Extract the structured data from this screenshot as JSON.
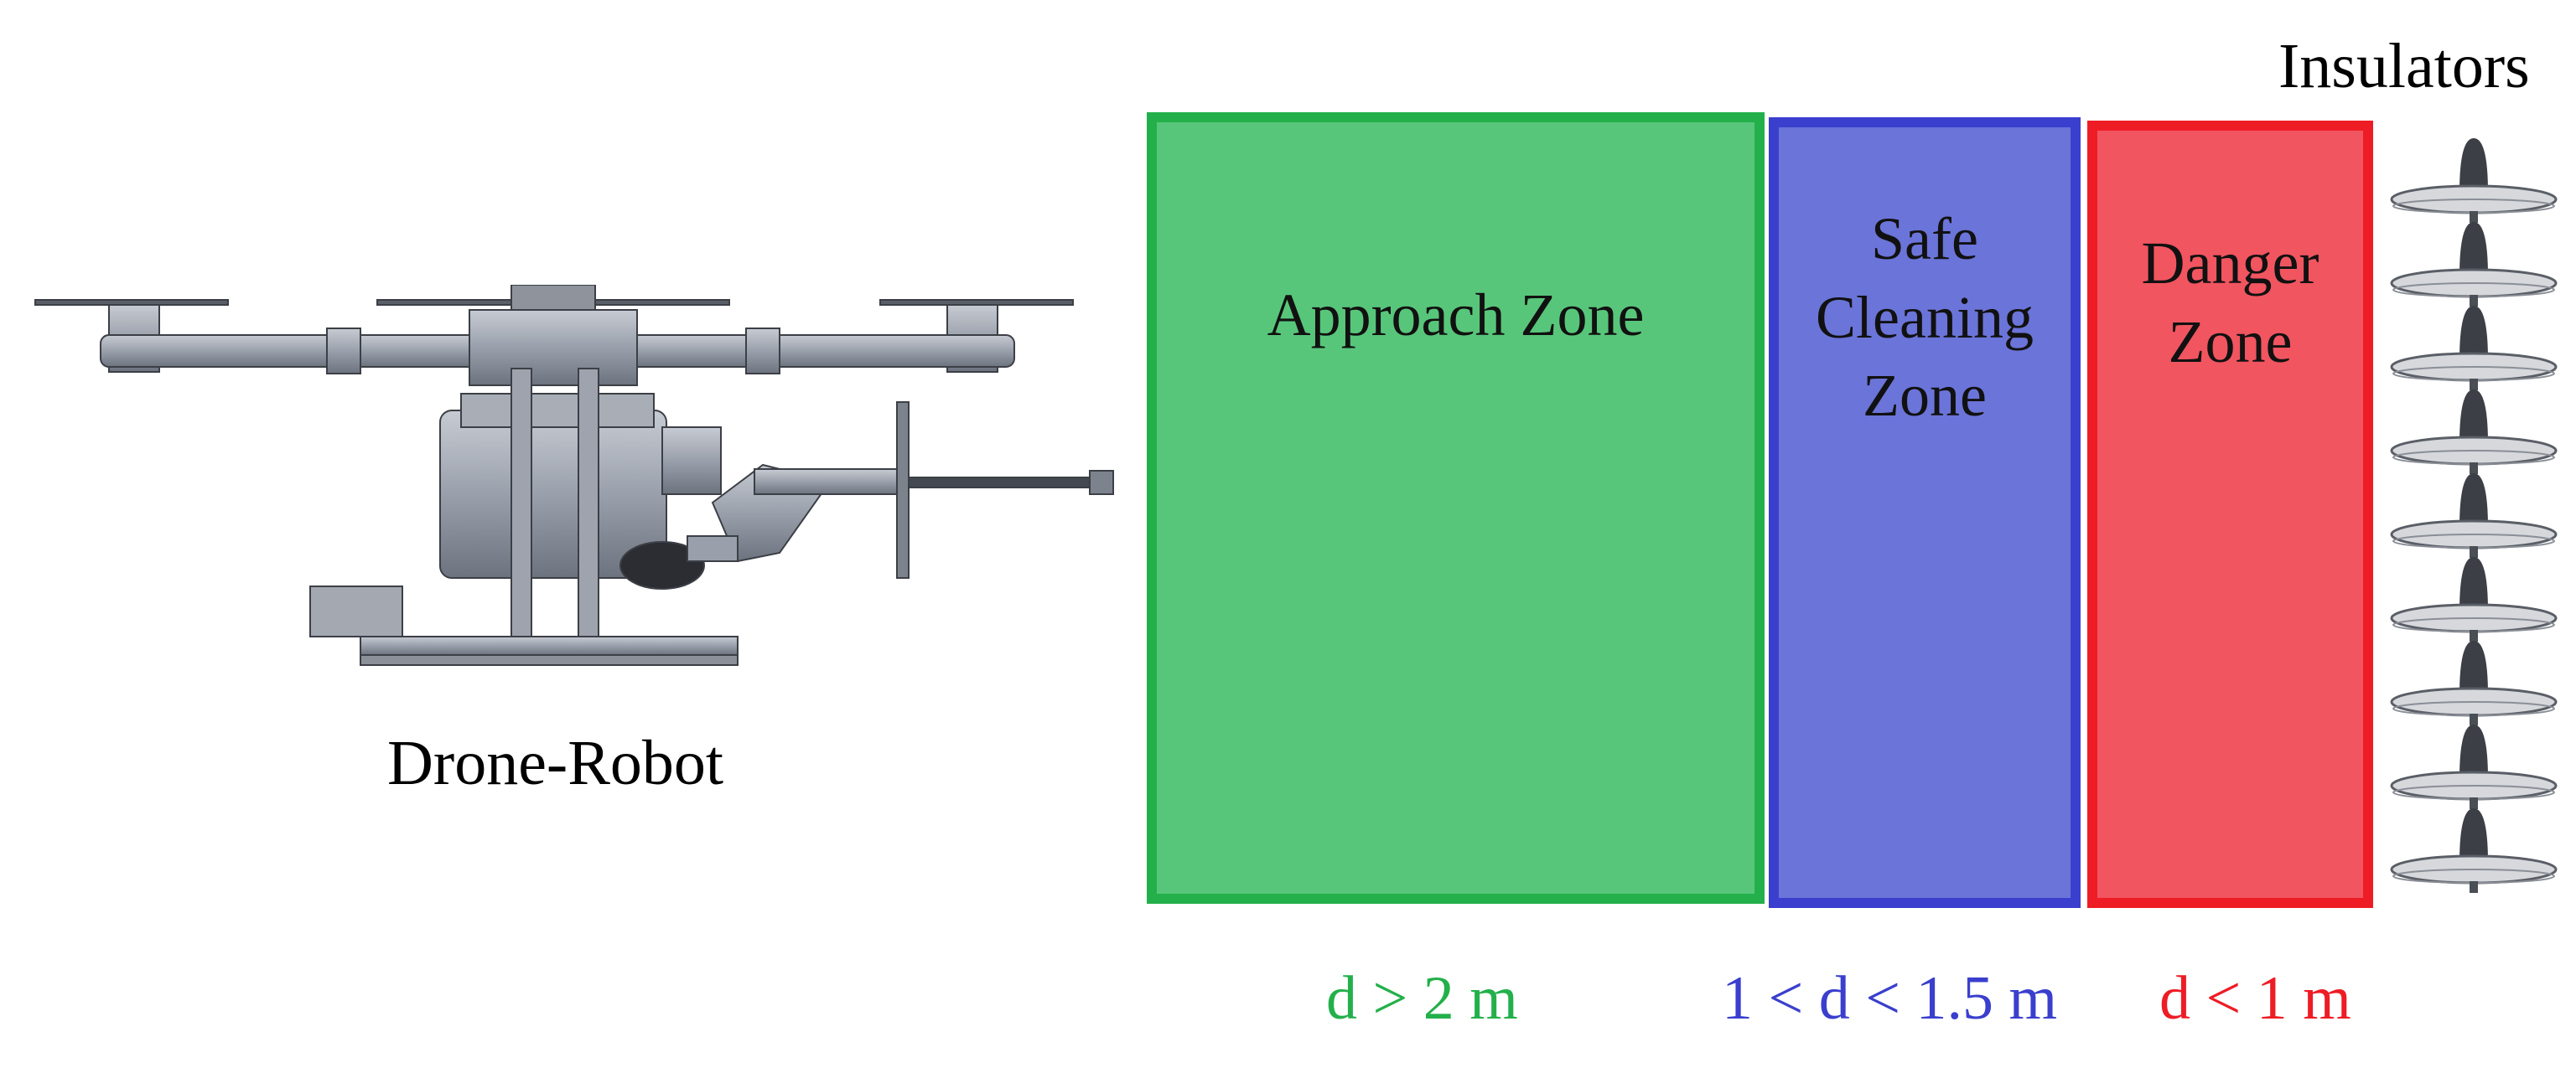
{
  "drone": {
    "label": "Drone-Robot",
    "icon": "drone-robot-icon"
  },
  "insulators": {
    "label": "Insulators",
    "icon": "insulator-string-icon",
    "disc_count": 9
  },
  "zones": [
    {
      "name": "Approach Zone",
      "distance": "d > 2 m",
      "color": "#23b04b",
      "fill": "#58c67a"
    },
    {
      "name": "Safe\nCleaning\nZone",
      "distance": "1 < d < 1.5 m",
      "color": "#3a3fce",
      "fill": "#6b74d8"
    },
    {
      "name": "Danger\nZone",
      "distance": "d < 1 m",
      "color": "#ee1c25",
      "fill": "#f15560"
    }
  ]
}
